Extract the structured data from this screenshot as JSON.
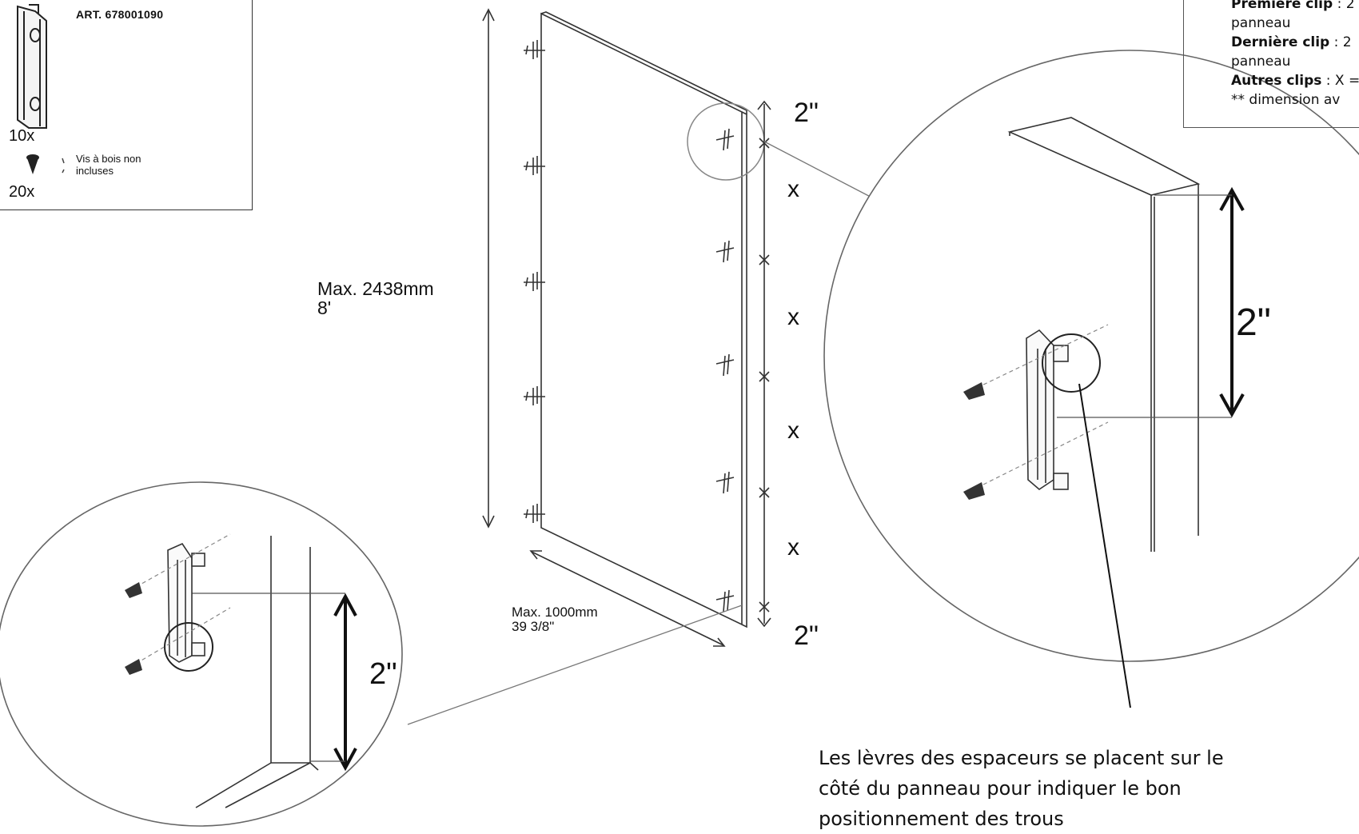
{
  "parts": {
    "art_number": "ART. 678001090",
    "clip_qty": "10x",
    "screw_qty": "20x",
    "screw_note": "Vis à bois non incluses"
  },
  "dimensions": {
    "height_mm": "Max. 2438mm",
    "height_ft": "8'",
    "width_mm": "Max. 1000mm",
    "width_in": "39 3/8\"",
    "top_margin": "2\"",
    "bottom_margin": "2\"",
    "spacing_1": "x",
    "spacing_2": "x",
    "spacing_3": "x",
    "spacing_4": "x",
    "detail_right_dim": "2\"",
    "detail_left_dim": "2\""
  },
  "notes": {
    "line1_bold": "Première clip",
    "line1_rest": " : 2",
    "line2": "panneau",
    "line3_bold": "Dernière clip",
    "line3_rest": " : 2",
    "line4": "panneau",
    "line5_bold": "Autres clips",
    "line5_rest": " : X =",
    "line6": "** dimension av"
  },
  "caption": "Les lèvres des espaceurs se placent sur le côté du panneau pour indiquer le bon positionnement des trous",
  "icons": [
    "spacer-clip-icon",
    "wood-screw-icon"
  ]
}
